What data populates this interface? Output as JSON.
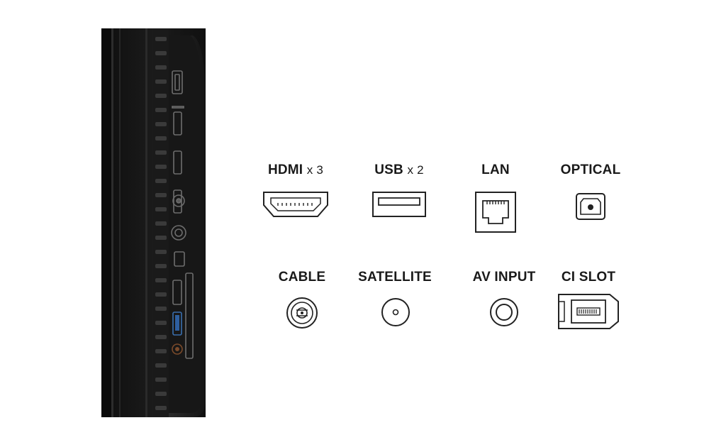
{
  "colors": {
    "background": "#ffffff",
    "tv_body": "#151515",
    "icon_stroke": "#222222"
  },
  "ports": [
    {
      "key": "hdmi",
      "name": "HDMI",
      "multiplier": "x 3",
      "icon": "hdmi-port-icon"
    },
    {
      "key": "usb",
      "name": "USB",
      "multiplier": "x 2",
      "icon": "usb-port-icon"
    },
    {
      "key": "lan",
      "name": "LAN",
      "icon": "lan-port-icon"
    },
    {
      "key": "optical",
      "name": "OPTICAL",
      "icon": "optical-port-icon"
    },
    {
      "key": "cable",
      "name": "CABLE",
      "icon": "cable-port-icon"
    },
    {
      "key": "satellite",
      "name": "SATELLITE",
      "icon": "satellite-port-icon"
    },
    {
      "key": "av",
      "name": "AV INPUT",
      "icon": "av-input-port-icon"
    },
    {
      "key": "ci",
      "name": "CI SLOT",
      "icon": "ci-slot-icon"
    }
  ]
}
